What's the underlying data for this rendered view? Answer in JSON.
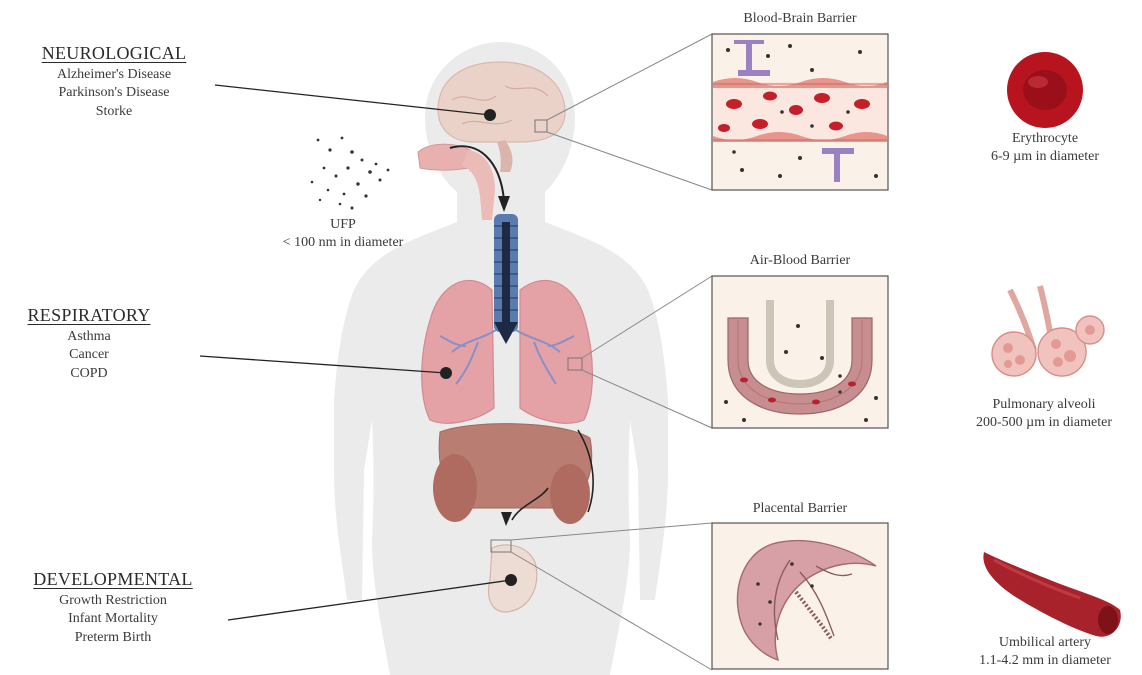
{
  "disease_groups": [
    {
      "heading": "NEUROLOGICAL",
      "items": [
        "Alzheimer's Disease",
        "Parkinson's Disease",
        "Storke"
      ]
    },
    {
      "heading": "RESPIRATORY",
      "items": [
        "Asthma",
        "Cancer",
        "COPD"
      ]
    },
    {
      "heading": "DEVELOPMENTAL",
      "items": [
        "Growth Restriction",
        "Infant Mortality",
        "Preterm Birth"
      ]
    }
  ],
  "ufp": {
    "label": "UFP",
    "size": "< 100 nm in diameter"
  },
  "barriers": [
    {
      "title": "Blood-Brain Barrier"
    },
    {
      "title": "Air-Blood Barrier"
    },
    {
      "title": "Placental Barrier"
    }
  ],
  "references": [
    {
      "name": "Erythrocyte",
      "size": "6-9 µm in diameter"
    },
    {
      "name": "Pulmonary alveoli",
      "size": "200-500  µm in diameter"
    },
    {
      "name": "Umbilical artery",
      "size": "1.1-4.2 mm in diameter"
    }
  ],
  "colors": {
    "body": "#e8e8e8",
    "organ_pink": "#e7a3a8",
    "organ_dark": "#c98786",
    "liver": "#b9786f",
    "trachea": "#4a6a9a",
    "vessel_wall": "#e88f86",
    "rbc": "#c41a2a",
    "box_bg": "#faf2e9",
    "receptor": "#9a7fc0"
  }
}
